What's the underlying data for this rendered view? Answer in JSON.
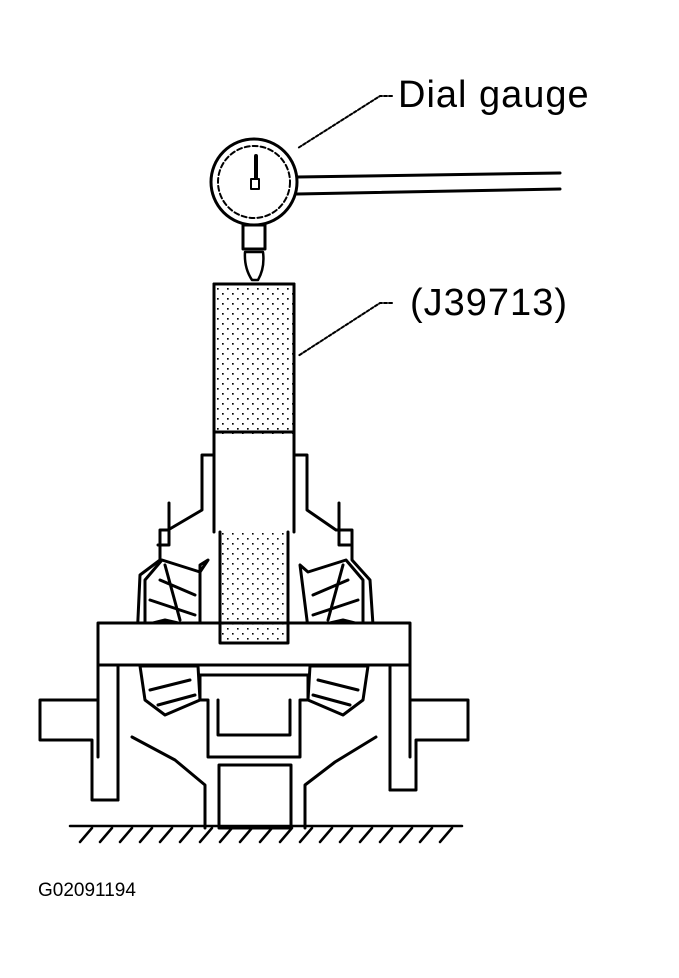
{
  "labels": {
    "dial_gauge": "Dial gauge",
    "tool": "(J39713)",
    "figure_id": "G02091194"
  },
  "colors": {
    "line": "#000000",
    "background": "#ffffff"
  }
}
